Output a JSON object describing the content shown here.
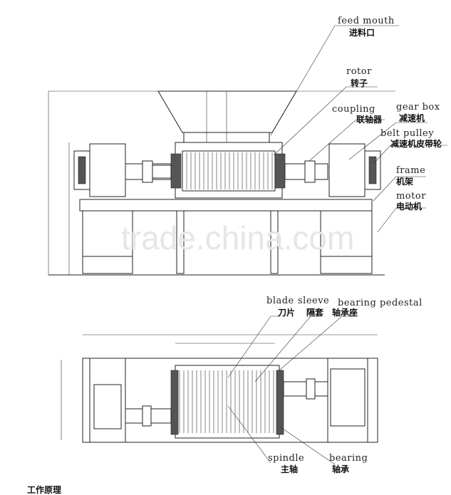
{
  "labels": {
    "feed_mouth_en": "feed mouth",
    "feed_mouth_cn": "进料口",
    "rotor_en": "rotor",
    "rotor_cn": "转子",
    "gear_box_en": "gear box",
    "gear_box_cn": "减速机",
    "coupling_en": "coupling",
    "coupling_cn": "联轴器",
    "belt_pulley_en": "belt pulley",
    "belt_pulley_cn": "减速机皮带轮",
    "frame_en": "frame",
    "frame_cn": "机架",
    "motor_en": "motor",
    "motor_cn": "电动机",
    "blade_en": "blade",
    "blade_cn": "刀片",
    "sleeve_en": "sleeve",
    "sleeve_cn": "隔套",
    "bearing_pedestal_en": "bearing pedestal",
    "bearing_pedestal_cn": "轴承座",
    "spindle_en": "spindle",
    "spindle_cn": "主轴",
    "bearing_en": "bearing",
    "bearing_cn": "轴承",
    "footer_cn": "工作原理"
  },
  "watermark": "trade.china.com",
  "colors": {
    "line": "#222222",
    "watermark": "#e6e6e6"
  }
}
